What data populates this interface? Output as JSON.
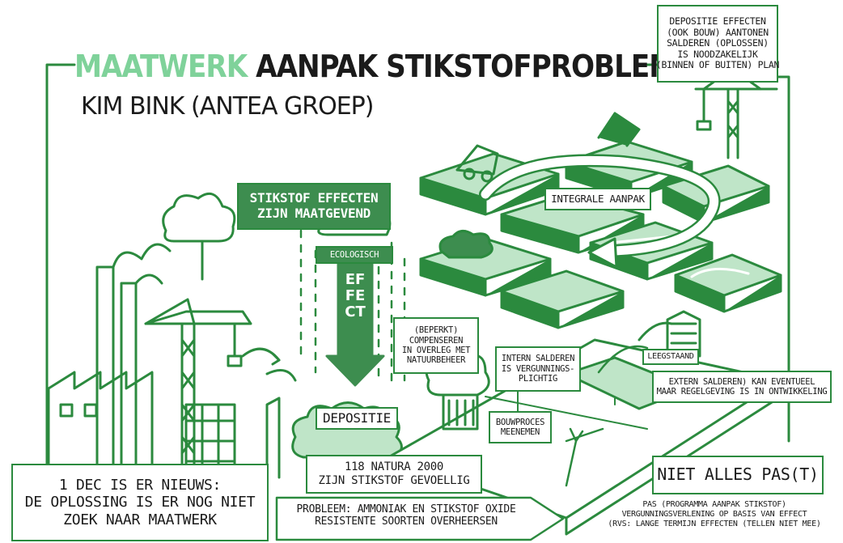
{
  "title": {
    "highlight": "MAATWERK",
    "rest": "AANPAK STIKSTOFPROBLEMATIEK",
    "subtitle": "KIM BINK (ANTEA GROEP)"
  },
  "callouts": {
    "top_right": [
      "DEPOSITIE EFFECTEN",
      "(OOK BOUW) AANTONEN",
      "SALDEREN (OPLOSSEN)",
      "IS NOODZAKELIJK",
      "(BINNEN OF BUITEN) PLAN"
    ],
    "effects": [
      "STIKSTOF EFFECTEN",
      "ZIJN MAATGEVEND"
    ],
    "ecologisch": "ECOLOGISCH",
    "effect": "EFFECT",
    "integrale": "INTEGRALE AANPAK",
    "depositie": "DEPOSITIE",
    "compenseren": [
      "(BEPERKT)",
      "COMPENSEREN",
      "IN OVERLEG MET",
      "NATUURBEHEER"
    ],
    "intern": [
      "INTERN SALDEREN",
      "IS VERGUNNINGS-",
      "PLICHTIG"
    ],
    "bouwproces": [
      "BOUWPROCES",
      "MEENEMEN"
    ],
    "leegstaand": "LEEGSTAAND",
    "extern": [
      "EXTERN SALDEREN) KAN EVENTUEEL",
      "MAAR REGELGEVING IS IN ONTWIKKELING"
    ],
    "niet_alles": "NIET ALLES PAS(T)",
    "pas": [
      "PAS (PROGRAMMA AANPAK STIKSTOF)",
      "VERGUNNINGSVERLENING OP BASIS VAN EFFECT",
      "(RVS: LANGE TERMIJN EFFECTEN (TELLEN NIET MEE)"
    ],
    "natura": [
      "118 NATURA 2000",
      "ZIJN STIKSTOF GEVOELLIG"
    ],
    "probleem": [
      "PROBLEEM: AMMONIAK EN STIKSTOF OXIDE",
      "RESISTENTE SOORTEN OVERHEERSEN"
    ],
    "nieuws": [
      "1 DEC IS ER NIEUWS:",
      "DE OPLOSSING IS ER NOG NIET",
      "ZOEK NAAR MAATWERK"
    ]
  },
  "colors": {
    "green": "#2b8a3e",
    "light_green": "#7fd29a",
    "pale_green": "#bfe5c8",
    "dark_green": "#3d8d4f",
    "ink": "#1b1b1b"
  }
}
